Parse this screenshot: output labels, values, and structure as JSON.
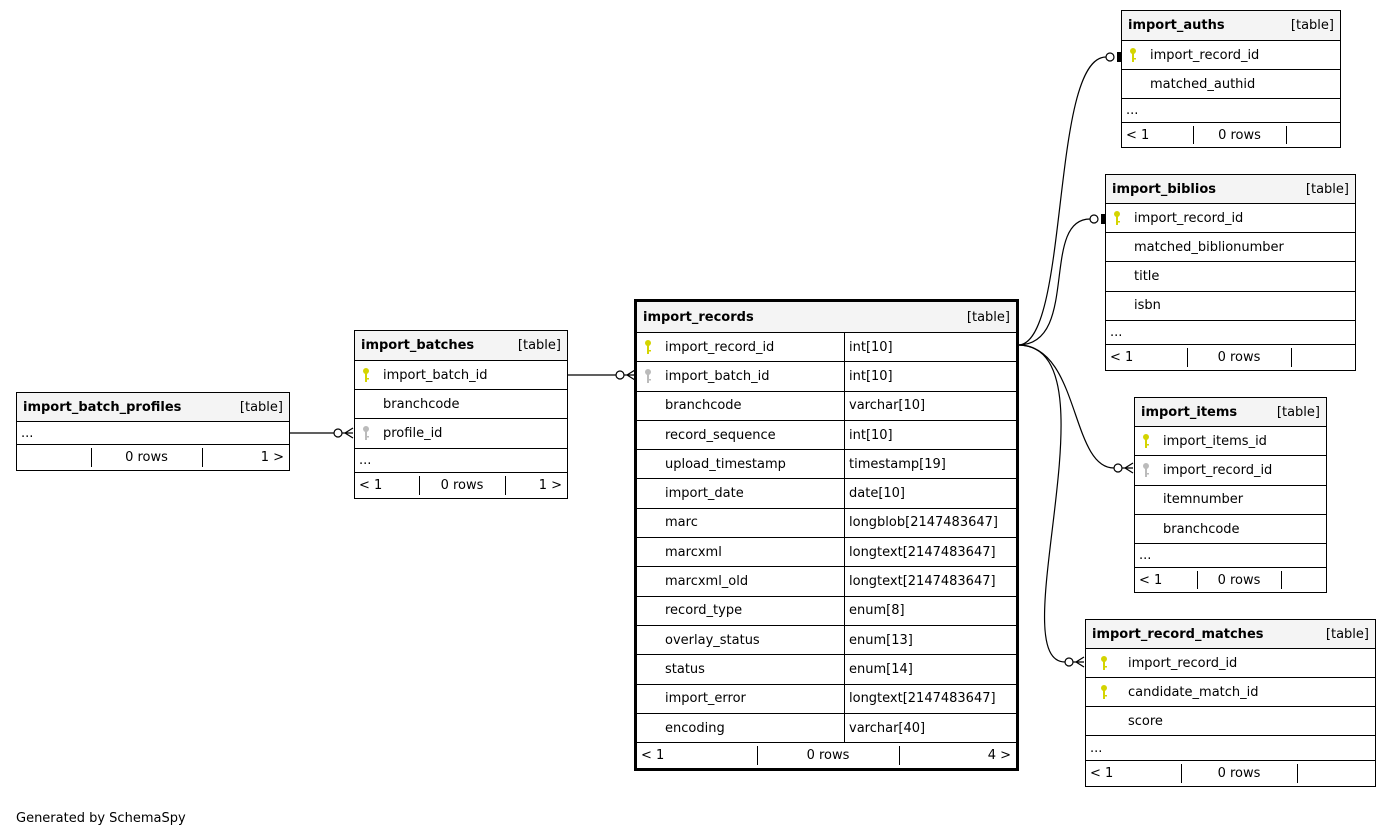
{
  "footer": "Generated by SchemaSpy",
  "colors": {
    "primary_key": "#d4d400",
    "foreign_key": "#bbbbbb",
    "header_bg": "#f4f4f4"
  },
  "tables": [
    {
      "id": "import_batch_profiles",
      "name": "import_batch_profiles",
      "kind": "[table]",
      "columns": [],
      "more": "...",
      "footer": [
        "",
        "0 rows",
        "1 >"
      ]
    },
    {
      "id": "import_batches",
      "name": "import_batches",
      "kind": "[table]",
      "columns": [
        {
          "name": "import_batch_id",
          "key": "primary"
        },
        {
          "name": "branchcode",
          "key": ""
        },
        {
          "name": "profile_id",
          "key": "foreign"
        }
      ],
      "more": "...",
      "footer": [
        "< 1",
        "0 rows",
        "1 >"
      ]
    },
    {
      "id": "import_records",
      "name": "import_records",
      "kind": "[table]",
      "columns": [
        {
          "name": "import_record_id",
          "type": "int[10]",
          "key": "primary"
        },
        {
          "name": "import_batch_id",
          "type": "int[10]",
          "key": "foreign"
        },
        {
          "name": "branchcode",
          "type": "varchar[10]",
          "key": ""
        },
        {
          "name": "record_sequence",
          "type": "int[10]",
          "key": ""
        },
        {
          "name": "upload_timestamp",
          "type": "timestamp[19]",
          "key": ""
        },
        {
          "name": "import_date",
          "type": "date[10]",
          "key": ""
        },
        {
          "name": "marc",
          "type": "longblob[2147483647]",
          "key": ""
        },
        {
          "name": "marcxml",
          "type": "longtext[2147483647]",
          "key": ""
        },
        {
          "name": "marcxml_old",
          "type": "longtext[2147483647]",
          "key": ""
        },
        {
          "name": "record_type",
          "type": "enum[8]",
          "key": ""
        },
        {
          "name": "overlay_status",
          "type": "enum[13]",
          "key": ""
        },
        {
          "name": "status",
          "type": "enum[14]",
          "key": ""
        },
        {
          "name": "import_error",
          "type": "longtext[2147483647]",
          "key": ""
        },
        {
          "name": "encoding",
          "type": "varchar[40]",
          "key": ""
        }
      ],
      "footer": [
        "< 1",
        "0 rows",
        "4 >"
      ]
    },
    {
      "id": "import_auths",
      "name": "import_auths",
      "kind": "[table]",
      "columns": [
        {
          "name": "import_record_id",
          "key": "primary"
        },
        {
          "name": "matched_authid",
          "key": ""
        }
      ],
      "more": "...",
      "footer": [
        "< 1",
        "0 rows",
        ""
      ]
    },
    {
      "id": "import_biblios",
      "name": "import_biblios",
      "kind": "[table]",
      "columns": [
        {
          "name": "import_record_id",
          "key": "primary"
        },
        {
          "name": "matched_biblionumber",
          "key": ""
        },
        {
          "name": "title",
          "key": ""
        },
        {
          "name": "isbn",
          "key": ""
        }
      ],
      "more": "...",
      "footer": [
        "< 1",
        "0 rows",
        ""
      ]
    },
    {
      "id": "import_items",
      "name": "import_items",
      "kind": "[table]",
      "columns": [
        {
          "name": "import_items_id",
          "key": "primary"
        },
        {
          "name": "import_record_id",
          "key": "foreign"
        },
        {
          "name": "itemnumber",
          "key": ""
        },
        {
          "name": "branchcode",
          "key": ""
        }
      ],
      "more": "...",
      "footer": [
        "< 1",
        "0 rows",
        ""
      ]
    },
    {
      "id": "import_record_matches",
      "name": "import_record_matches",
      "kind": "[table]",
      "columns": [
        {
          "name": "import_record_id",
          "key": "primary"
        },
        {
          "name": "candidate_match_id",
          "key": "primary"
        },
        {
          "name": "score",
          "key": ""
        }
      ],
      "more": "...",
      "footer": [
        "< 1",
        "0 rows",
        ""
      ]
    }
  ]
}
